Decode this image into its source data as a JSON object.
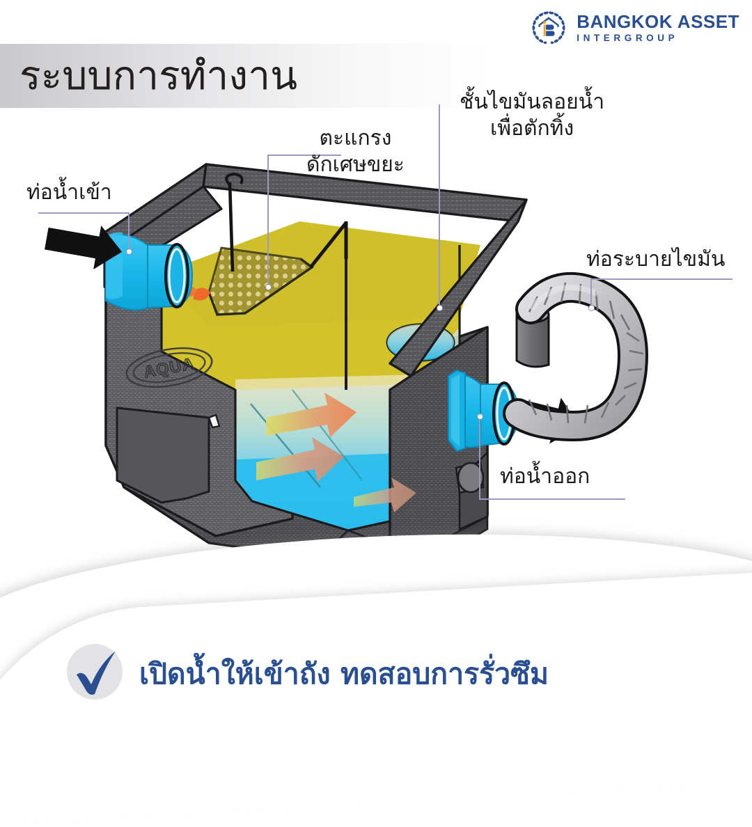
{
  "brand": {
    "line1": "BANGKOK ASSET",
    "line2": "INTERGROUP",
    "color": "#2a4f91",
    "mark": "laurel-house-b-logo"
  },
  "header": {
    "title": "ระบบการทำงาน",
    "band_color_start": "#c9c9cb",
    "band_color_end": "#ffffff"
  },
  "labels": {
    "inlet": "ท่อน้ำเข้า",
    "screen_line1": "ตะแกรง",
    "screen_line2": "ดักเศษขยะ",
    "grease_line1": "ชั้นไขมันลอยน้ำ",
    "grease_line2": "เพื่อตักทิ้ง",
    "grease_drain": "ท่อระบายไขมัน",
    "outlet": "ท่อน้ำออก"
  },
  "diagram": {
    "product_emboss": "AQUA",
    "body_color": "#5d5d60",
    "grease_color": "#d3c32b",
    "water_color": "#2bbcec",
    "pipe_color": "#22b7e8",
    "hose_color": "#c6c6c8",
    "screen_color": "#b9aa43",
    "flow_arrow_color": "#e08a63",
    "inlet_arrow_color": "#111111",
    "leader_color": "#9a9ac4"
  },
  "footer": {
    "caption": "เปิดน้ำให้เข้าถัง ทดสอบการรั่วซึม",
    "check_icon": "check-mark-icon",
    "check_color": "#2a4f91",
    "check_bg": "#e3e3e5"
  }
}
